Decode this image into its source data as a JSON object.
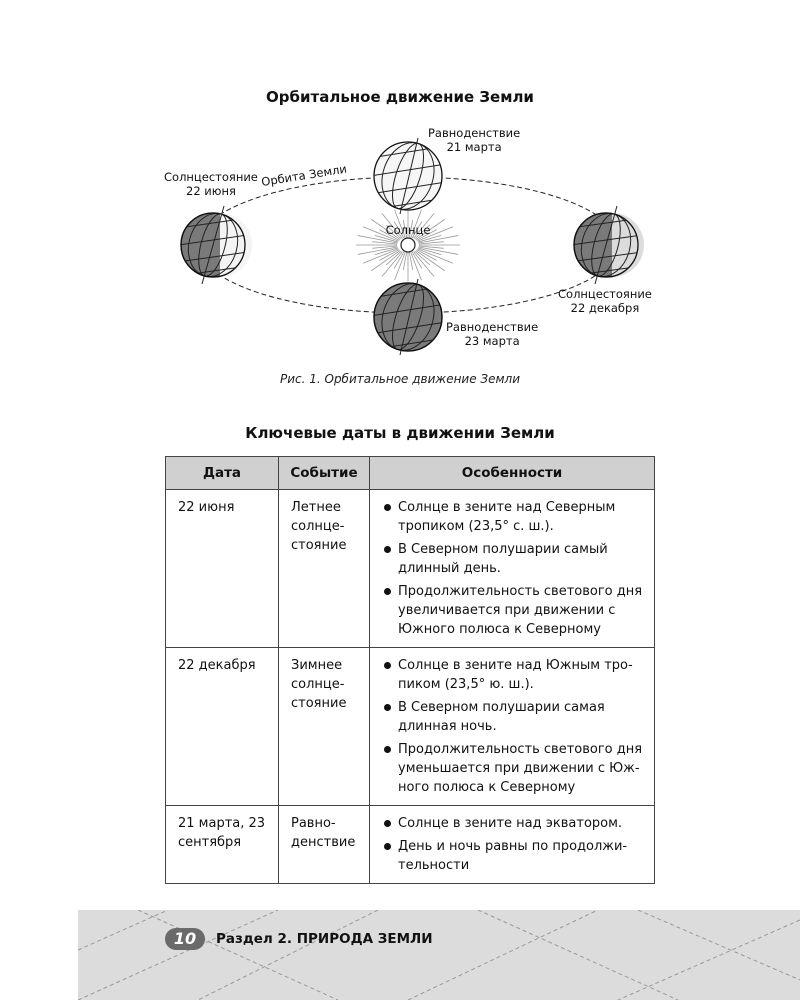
{
  "figure": {
    "title": "Орбитальное движение Земли",
    "caption": "Рис. 1. Орбитальное движение Земли",
    "orbit_label": "Орбита Земли",
    "sun_label": "Солнце",
    "positions": [
      {
        "event": "Равноденствие",
        "date": "21 марта"
      },
      {
        "event": "Солнцестояние",
        "date": "22 июня"
      },
      {
        "event": "Солнцестояние",
        "date": "22 декабря"
      },
      {
        "event": "Равноденствие",
        "date": "23 марта"
      }
    ]
  },
  "table": {
    "title": "Ключевые даты в движении Земли",
    "headers": [
      "Дата",
      "Событие",
      "Особенности"
    ],
    "rows": [
      {
        "date": "22 июня",
        "event": "Летнее солнце-стояние",
        "features": [
          "Солнце в зените над Северным тропиком (23,5° с. ш.).",
          "В Северном полушарии самый длинный день.",
          "Продолжительность светового дня увеличивается при движении с Южного полюса к Северному"
        ]
      },
      {
        "date": "22 декабря",
        "event": "Зимнее солнце-стояние",
        "features": [
          "Солнце в зените над Южным тро-пиком (23,5° ю. ш.).",
          "В Северном полушарии самая длинная ночь.",
          "Продолжительность светового дня уменьшается при движении с Юж-ного полюса к Северному"
        ]
      },
      {
        "date": "21 марта, 23 сентября",
        "event": "Равно-денствие",
        "features": [
          "Солнце в зените над экватором.",
          "День и ночь равны по продолжи-тельности"
        ]
      }
    ]
  },
  "footer": {
    "page_number": "10",
    "section": "Раздел 2. ПРИРОДА ЗЕМЛИ"
  }
}
